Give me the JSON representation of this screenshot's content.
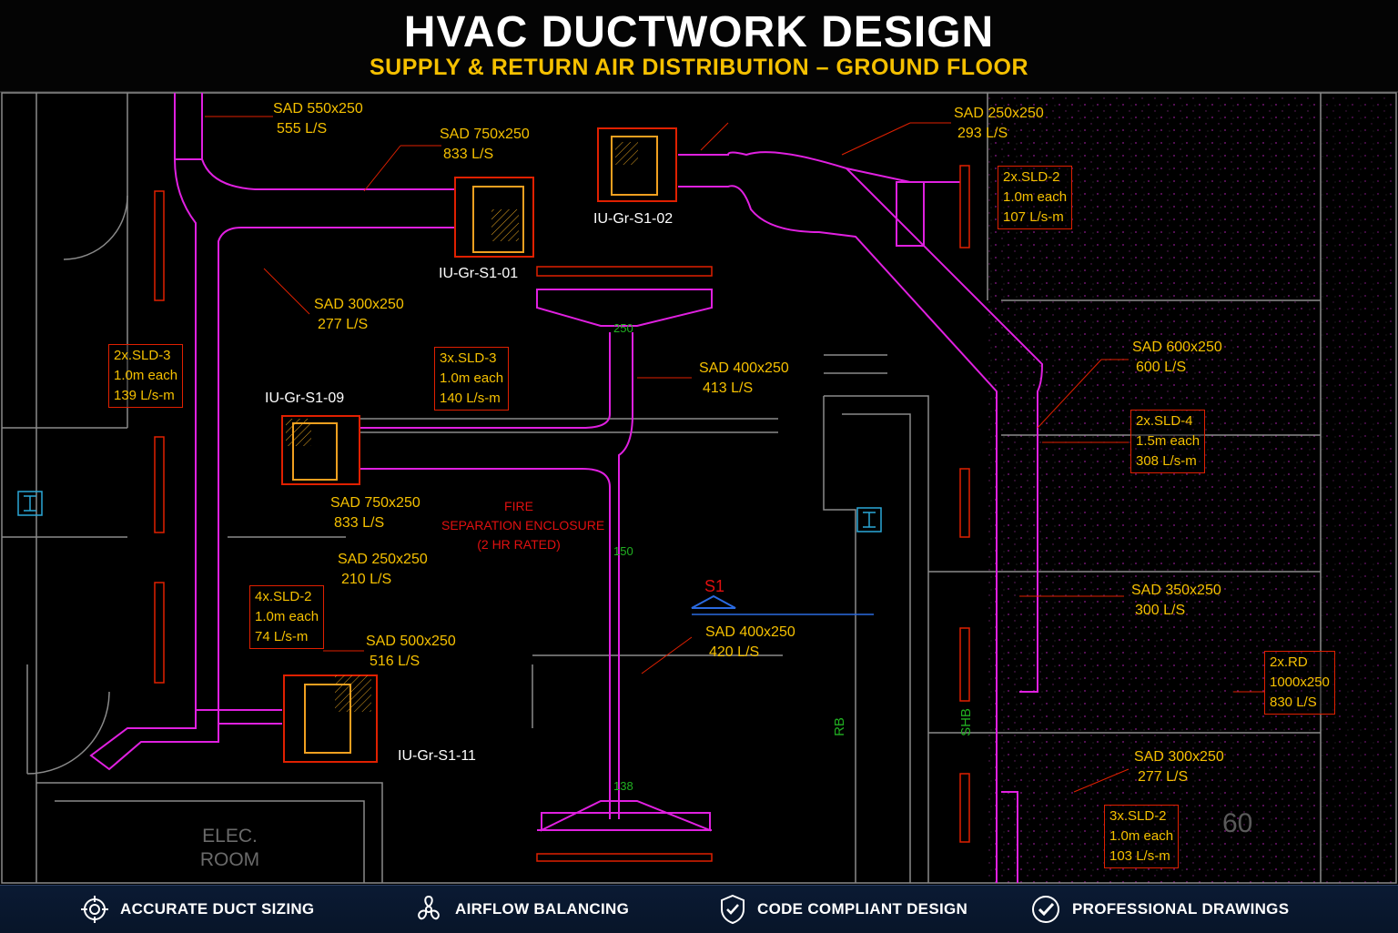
{
  "header": {
    "title": "HVAC DUCTWORK DESIGN",
    "subtitle": "SUPPLY & RETURN AIR DISTRIBUTION – GROUND FLOOR"
  },
  "units": {
    "s1_01": "IU-Gr-S1-01",
    "s1_02": "IU-Gr-S1-02",
    "s1_09": "IU-Gr-S1-09",
    "s1_11": "IU-Gr-S1-11"
  },
  "sad_labels": {
    "a": {
      "size": "SAD 550x250",
      "flow": "555 L/S"
    },
    "b": {
      "size": "SAD 750x250",
      "flow": "833 L/S"
    },
    "c": {
      "size": "SAD 250x250",
      "flow": "293 L/S"
    },
    "d": {
      "size": "SAD 300x250",
      "flow": "277 L/S"
    },
    "e": {
      "size": "SAD 400x250",
      "flow": "413 L/S"
    },
    "f": {
      "size": "SAD 750x250",
      "flow": "833 L/S"
    },
    "g": {
      "size": "SAD 250x250",
      "flow": "210 L/S"
    },
    "h": {
      "size": "SAD 500x250",
      "flow": "516 L/S"
    },
    "i": {
      "size": "SAD 400x250",
      "flow": "420 L/S"
    },
    "j": {
      "size": "SAD 600x250",
      "flow": "600 L/S"
    },
    "k": {
      "size": "SAD 350x250",
      "flow": "300 L/S"
    },
    "l": {
      "size": "SAD 300x250",
      "flow": "277 L/S"
    }
  },
  "diffuser_boxes": {
    "a": {
      "l1": "2x.SLD-2",
      "l2": "1.0m each",
      "l3": "107 L/s-m"
    },
    "b": {
      "l1": "2x.SLD-3",
      "l2": "1.0m each",
      "l3": "139 L/s-m"
    },
    "c": {
      "l1": "3x.SLD-3",
      "l2": "1.0m each",
      "l3": "140 L/s-m"
    },
    "d": {
      "l1": "2x.SLD-4",
      "l2": "1.5m each",
      "l3": "308 L/s-m"
    },
    "e": {
      "l1": "4x.SLD-2",
      "l2": "1.0m each",
      "l3": "74 L/s-m"
    },
    "f": {
      "l1": "2x.RD",
      "l2": "1000x250",
      "l3": "830 L/S"
    },
    "g": {
      "l1": "3x.SLD-2",
      "l2": "1.0m each",
      "l3": "103 L/s-m"
    }
  },
  "annotations": {
    "fire_1": "FIRE",
    "fire_2": "SEPARATION ENCLOSURE",
    "fire_3": "(2 HR RATED)",
    "elec_1": "ELEC.",
    "elec_2": "ROOM",
    "section": "S1",
    "level_1": "250",
    "level_2": "150",
    "level_3": "138",
    "grid_rb": "RB",
    "grid_sb": "SHB",
    "room_no": "60"
  },
  "footer": {
    "f1": "ACCURATE DUCT SIZING",
    "f2": "AIRFLOW BALANCING",
    "f3": "CODE COMPLIANT DESIGN",
    "f4": "PROFESSIONAL DRAWINGS"
  },
  "colors": {
    "duct": "#e020e0",
    "unit_box": "#e02000",
    "unit_fill": "#f0a020",
    "label": "#f5c000",
    "wall": "#8a8a8a",
    "footer_bg": "#0a1a33"
  }
}
